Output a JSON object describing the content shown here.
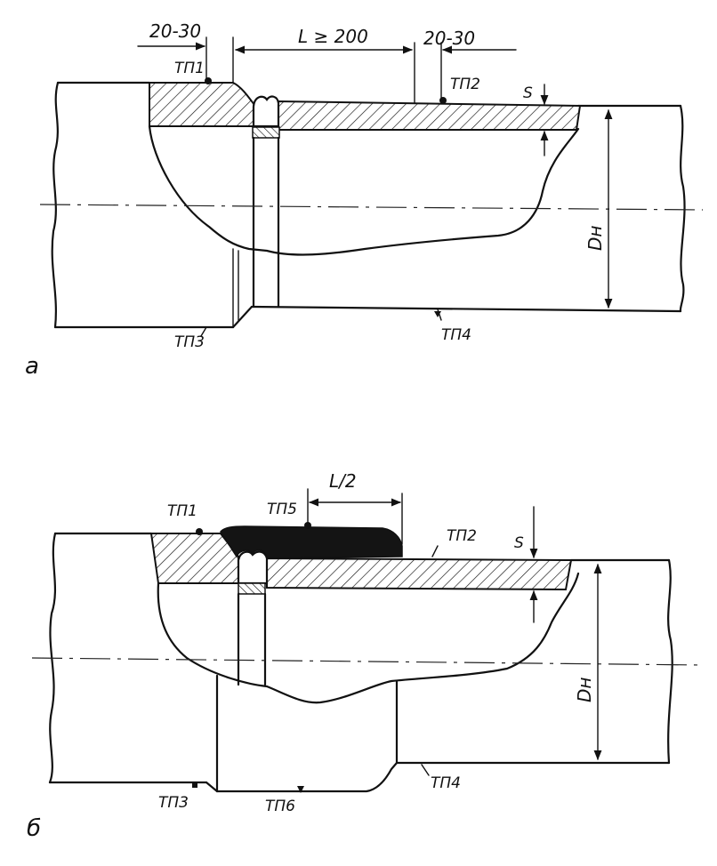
{
  "view_a": {
    "label": "а",
    "dim_left": "20-30",
    "dim_middle": "L ≥ 200",
    "dim_right": "20-30",
    "thickness_label": "S",
    "diameter_label": "Dн",
    "points": [
      "ТП1",
      "ТП2",
      "ТП3",
      "ТП4"
    ]
  },
  "view_b": {
    "label": "б",
    "dim_top": "L/2",
    "thickness_label": "S",
    "diameter_label": "Dн",
    "points": [
      "ТП1",
      "ТП5",
      "ТП2",
      "ТП3",
      "ТП6",
      "ТП4"
    ]
  },
  "colors": {
    "line": "#111111",
    "background": "#ffffff"
  }
}
